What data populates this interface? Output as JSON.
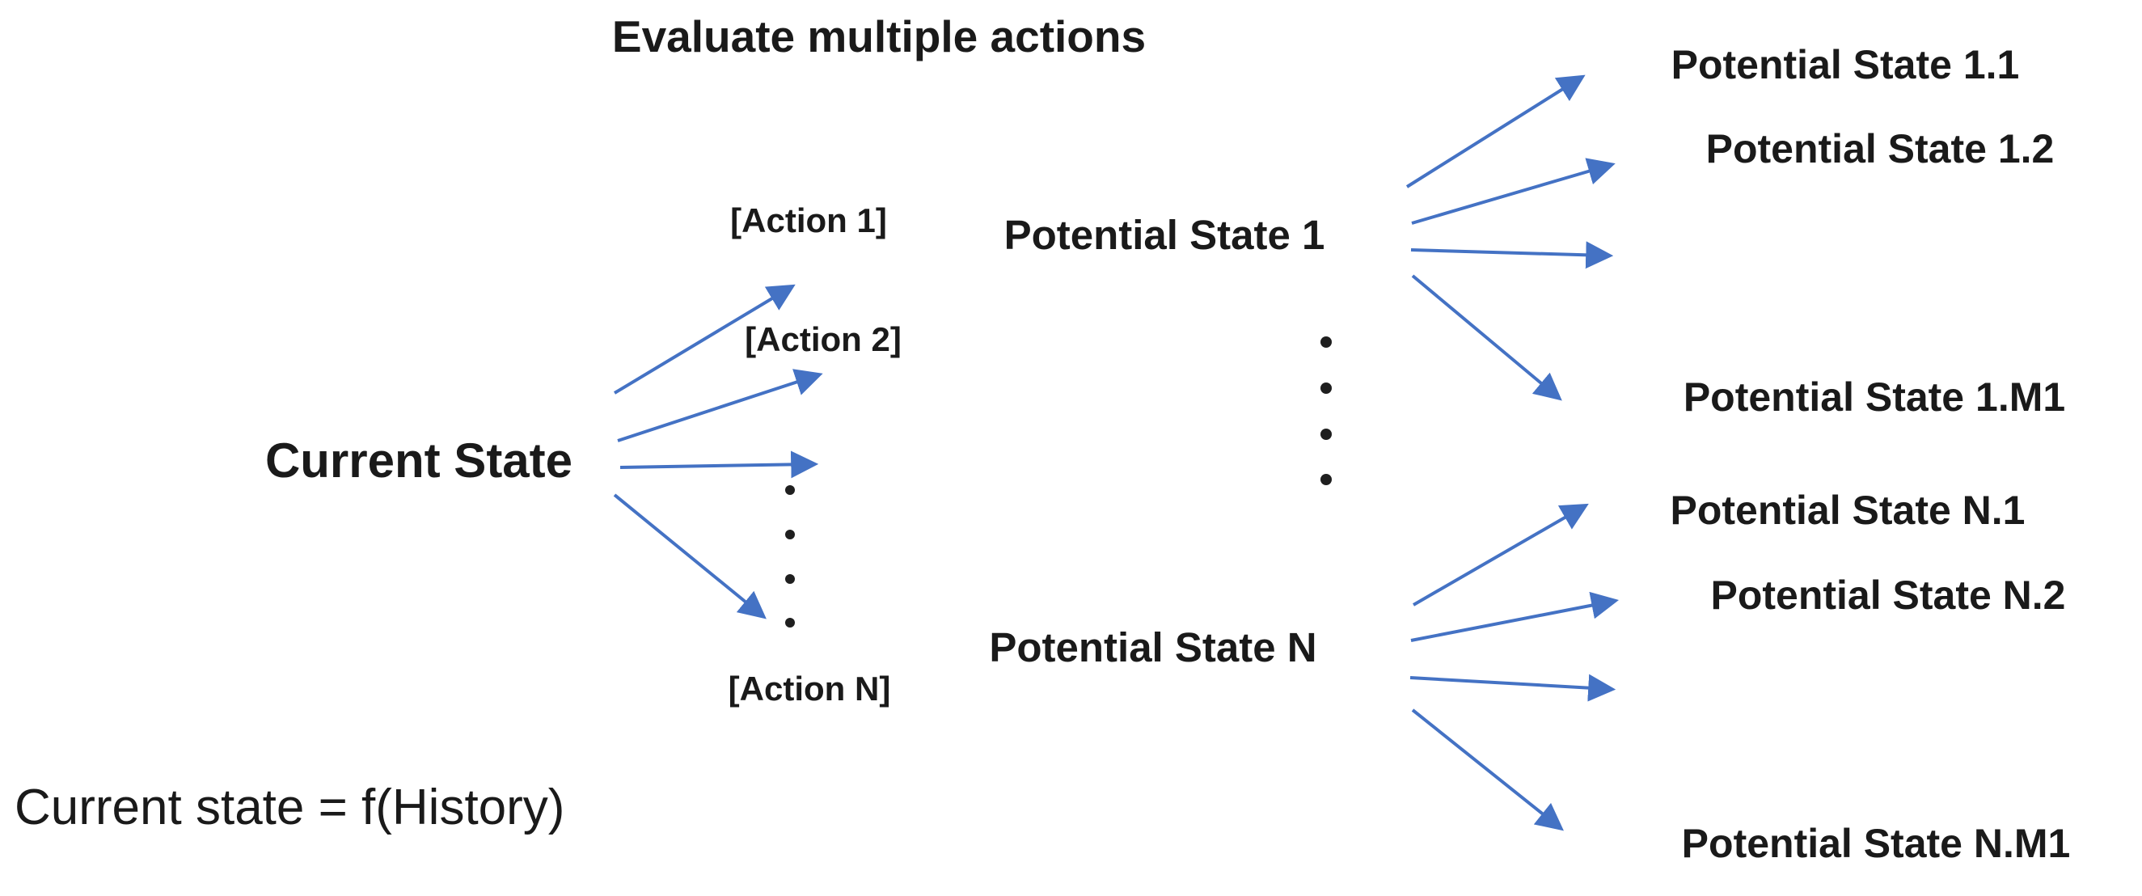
{
  "title": "Evaluate multiple actions",
  "formula": "Current state = f(History)",
  "colors": {
    "arrow_blue": "#4472C4",
    "text_black": "#1a1a1a",
    "background": "#ffffff"
  },
  "nodes": {
    "current_state": "Current State",
    "potential_state_1": "Potential State 1",
    "potential_state_n": "Potential State N",
    "potential_state_1_1": "Potential State 1.1",
    "potential_state_1_2": "Potential State 1.2",
    "potential_state_1_m1": "Potential State 1.M1",
    "potential_state_n_1": "Potential State N.1",
    "potential_state_n_2": "Potential State N.2",
    "potential_state_n_m1": "Potential State N.M1"
  },
  "actions": {
    "action_1": "[Action 1]",
    "action_2": "[Action 2]",
    "action_n": "[Action N]"
  },
  "ellipsis": {
    "left_dot_count": 4,
    "middle_dot_count": 4
  }
}
